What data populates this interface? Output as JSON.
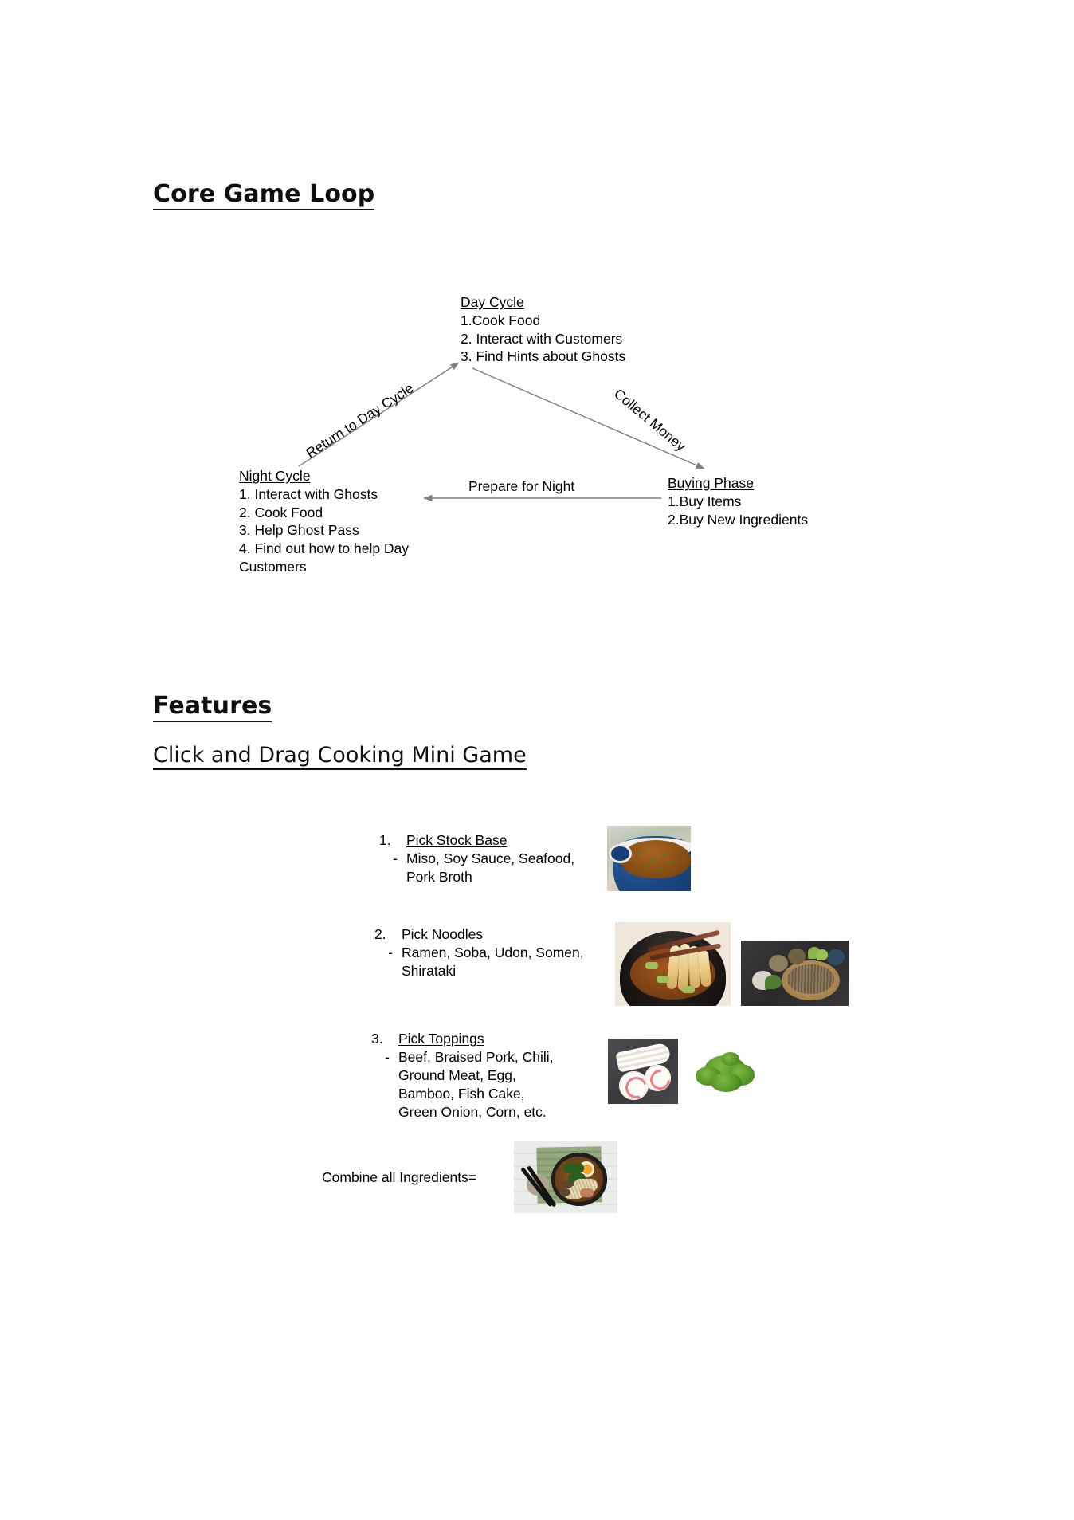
{
  "document": {
    "sections": {
      "core_game_loop_heading": "Core Game Loop",
      "features_heading": "Features",
      "mini_game_heading": "Click and Drag Cooking Mini Game"
    }
  },
  "diagram": {
    "nodes": {
      "day_cycle": {
        "title": "Day Cycle",
        "items": [
          "1.Cook Food",
          "2. Interact with Customers",
          "3. Find Hints about Ghosts"
        ]
      },
      "night_cycle": {
        "title": "Night Cycle",
        "items": [
          "1. Interact with Ghosts",
          "2. Cook Food",
          "3. Help Ghost Pass",
          "4. Find out how to help Day Customers"
        ]
      },
      "buying_phase": {
        "title": "Buying Phase",
        "items": [
          "1.Buy Items",
          "2.Buy New Ingredients"
        ]
      }
    },
    "edges": {
      "collect_money": "Collect Money",
      "prepare_for_night": "Prepare for Night",
      "return_to_day_cycle": "Return to Day Cycle"
    },
    "line_color": "#7f7f7f"
  },
  "mini_game": {
    "steps": [
      {
        "number": "1.",
        "bullet": "-",
        "title": "Pick Stock Base",
        "description": "Miso, Soy Sauce, Seafood, Pork Broth",
        "images": [
          "broth-pot-photo"
        ]
      },
      {
        "number": "2.",
        "bullet": "-",
        "title": "Pick Noodles",
        "description": "Ramen, Soba, Udon, Somen, Shirataki",
        "images": [
          "udon-noodle-bowl-photo",
          "soba-noodle-platter-photo"
        ]
      },
      {
        "number": "3.",
        "bullet": "-",
        "title": "Pick Toppings",
        "description": "Beef, Braised Pork, Chili, Ground Meat, Egg, Bamboo, Fish Cake, Green Onion, Corn, etc.",
        "images": [
          "narutomaki-fish-cake-photo",
          "chopped-green-onion-photo"
        ]
      }
    ],
    "combine_label": "Combine all Ingredients=",
    "combine_image": "finished-ramen-bowl-photo"
  }
}
